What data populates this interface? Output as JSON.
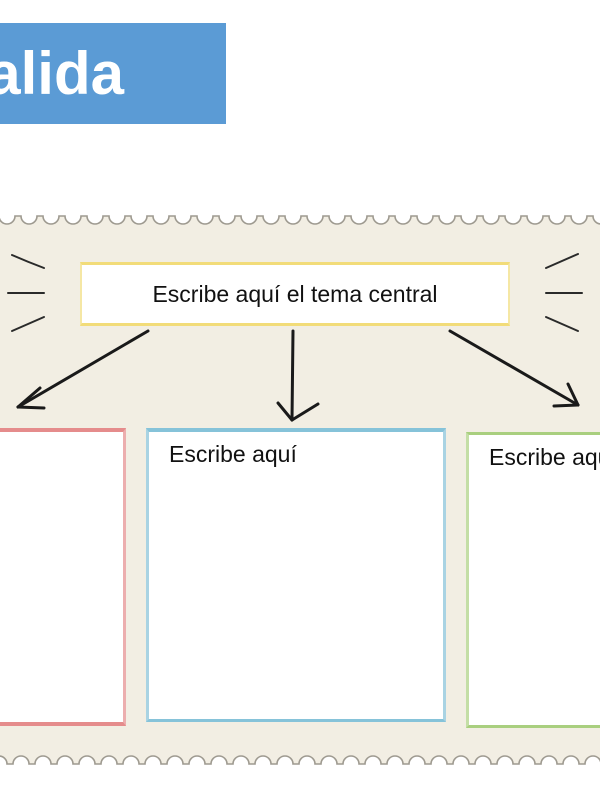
{
  "title": {
    "text": "Salida"
  },
  "central_topic": {
    "text": "Escribe aquí el tema central"
  },
  "cards": [
    {
      "text": ""
    },
    {
      "text": "Escribe aquí"
    },
    {
      "text": "Escribe aquí"
    }
  ],
  "colors": {
    "title_banner": "#5b9bd5",
    "panel_background": "#f2eee3",
    "central_border": "#f2dc79",
    "card_left_border": "#e58c8c",
    "card_middle_border": "#86c3d9",
    "card_right_border": "#a9cf7f",
    "arrow": "#1a1a1a"
  },
  "icons": {
    "burst_left": "burst-lines-icon",
    "burst_right": "burst-lines-icon",
    "arrows": "arrow-down-icon"
  }
}
